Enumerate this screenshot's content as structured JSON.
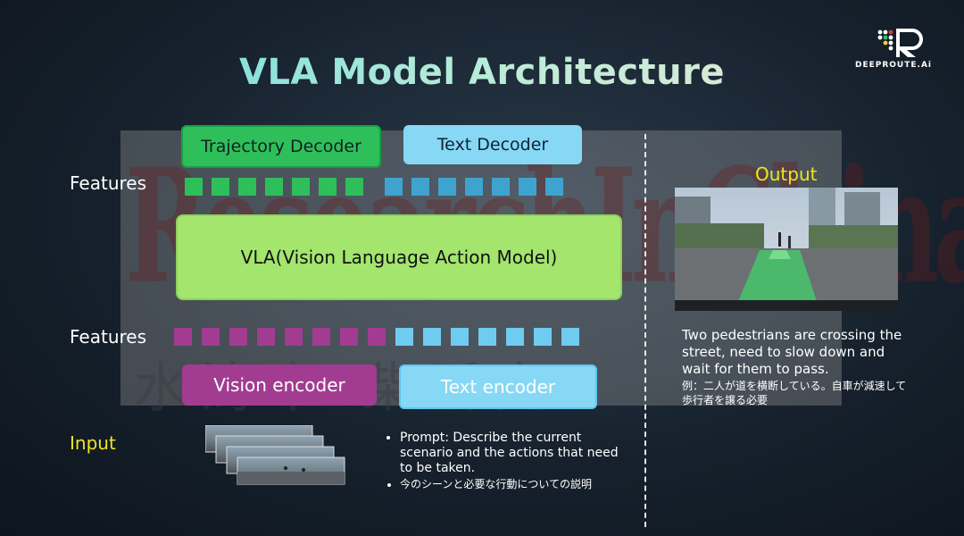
{
  "title": "VLA Model Architecture",
  "logo": {
    "text": "DEEPROUTE.Ai"
  },
  "watermark": {
    "text": "ResearchInChina",
    "cn": "水涛木 柴斫究"
  },
  "decoders": {
    "trajectory": "Trajectory Decoder",
    "text": "Text Decoder"
  },
  "vla": {
    "label": "VLA(Vision Language Action Model)"
  },
  "encoders": {
    "vision": "Vision encoder",
    "text": "Text encoder"
  },
  "labels": {
    "features_top": "Features",
    "features_bottom": "Features",
    "input": "Input",
    "output": "Output"
  },
  "output": {
    "en": "Two pedestrians are crossing the street, need to slow down and wait for them to pass.",
    "jp": "例：二人が道を横断している。自車が減速して歩行者を譲る必要"
  },
  "prompt": {
    "en": "Prompt: Describe the current scenario and the actions that need to be taken.",
    "jp": "今のシーンと必要な行動についての説明"
  },
  "colors": {
    "trajectory_decoder": "#2fbf5a",
    "text_decoder": "#86d8f5",
    "vla": "#a4e56e",
    "vision_encoder": "#a23c91",
    "text_encoder": "#86d8f5",
    "label_highlight": "#f2e51f"
  },
  "feature_tokens": {
    "top_green": 7,
    "top_blue": 7,
    "bottom_magenta": 8,
    "bottom_cyan": 7
  }
}
